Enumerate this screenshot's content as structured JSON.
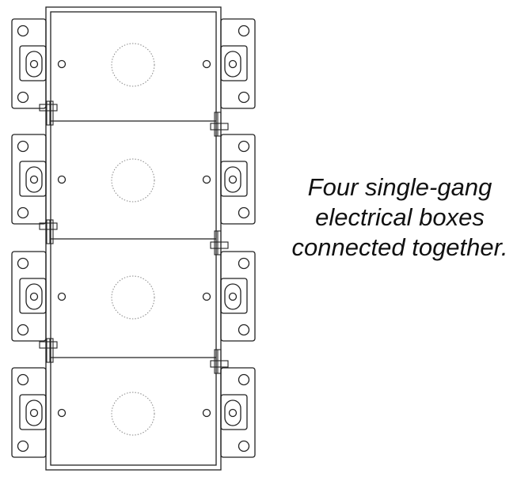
{
  "caption": {
    "line1": "Four single-gang",
    "line2": "electrical boxes",
    "line3": "connected together."
  },
  "assembly": {
    "box_count": 4
  },
  "colors": {
    "stroke": "#222222",
    "knockout": "#888888",
    "background": "#ffffff"
  }
}
